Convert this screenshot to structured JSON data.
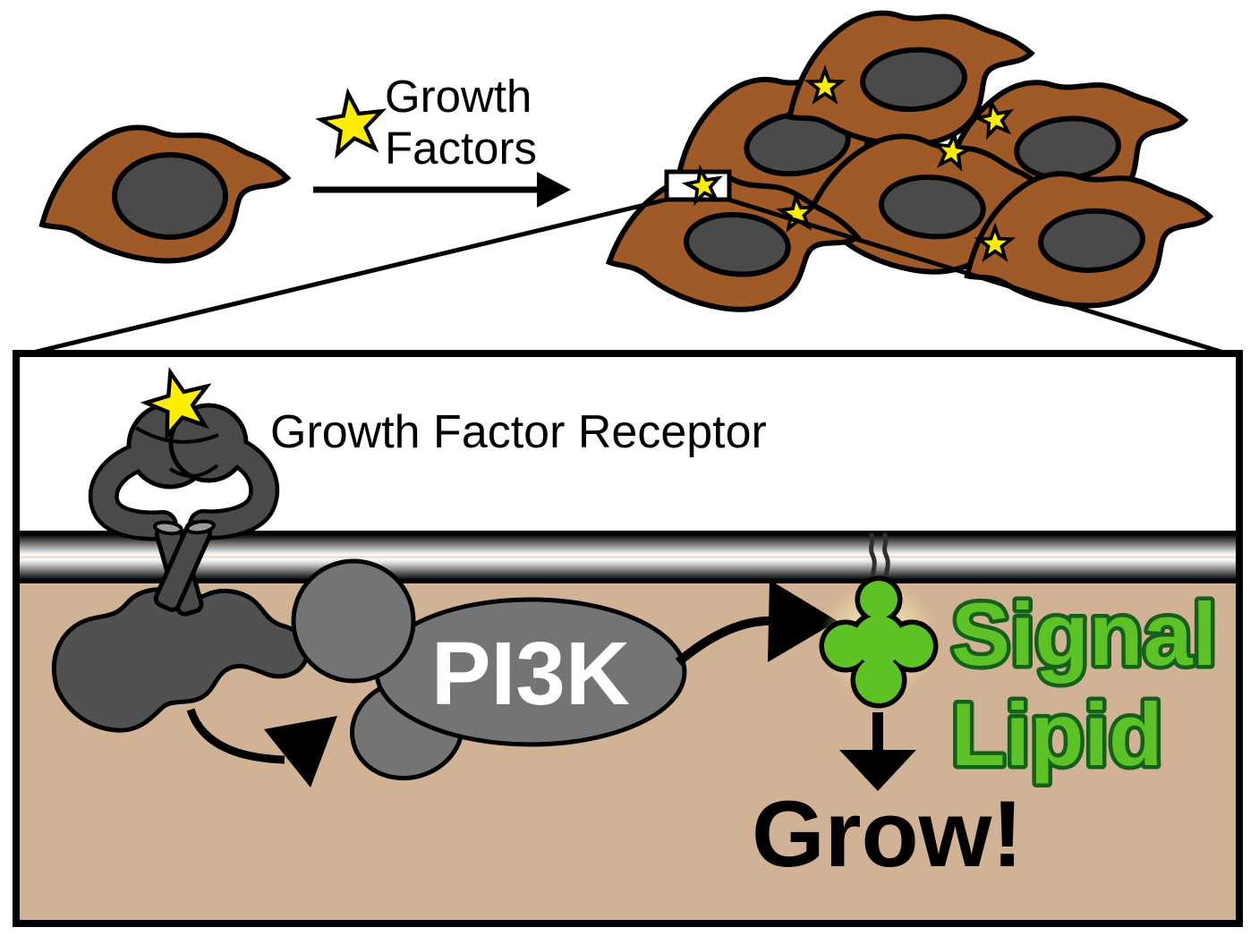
{
  "diagram": {
    "top": {
      "growth_factors_label_line1": "Growth",
      "growth_factors_label_line2": "Factors"
    },
    "panel": {
      "receptor_label": "Growth Factor Receptor",
      "enzyme_label": "PI3K",
      "lipid_label_line1": "Signal",
      "lipid_label_line2": "Lipid",
      "outcome_label": "Grow!"
    },
    "colors": {
      "cell_body_brown": "#A05A28",
      "nucleus_gray": "#4A4A4A",
      "cytoplasm_tan": "#D2B294",
      "membrane_dark": "#000000",
      "membrane_light": "#FFFFFF",
      "receptor_gray": "#4A4A4A",
      "receptor_stem_cap": "#9A9A9A",
      "protein_gray": "#747474",
      "intracellular_domain_gray": "#515151",
      "lipid_green": "#5CC226",
      "lipid_green_outline": "#145F19",
      "star_yellow": "#FFEE00",
      "text_black": "#000000"
    },
    "counts": {
      "single_cell_count": 1,
      "cluster_cell_count": 6,
      "cluster_star_count": 6
    }
  }
}
